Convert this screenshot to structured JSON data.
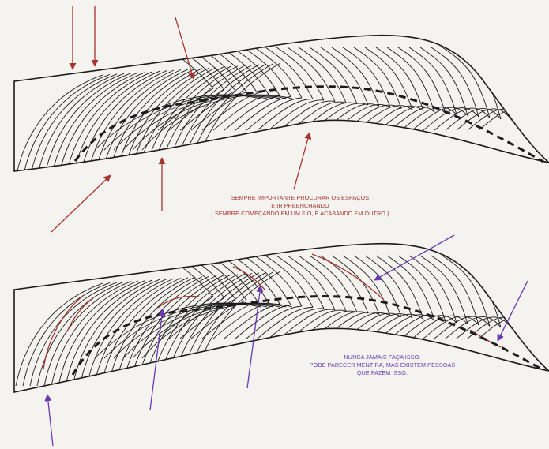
{
  "top_note": {
    "line1": "SEMPRE IMPORTANTE PROCURAR OS ESPAÇOS",
    "line2": "E IR PREENCHANDO",
    "line3": "( SEMPRE COMEÇANDO EM UM FIO, E ACABANDO EM OUTRO )"
  },
  "bottom_note": {
    "line1": "NUNCA JAMAIS FAÇA ISSO.",
    "line2": "PODE PARECER MENTIRA, MAS EXISTEM PESSOAS",
    "line3": "QUE FAZEM ISSO."
  },
  "colors": {
    "paper": "#f4f3ef",
    "ink": "#1b1b1b",
    "red_annotation": "#a8332e",
    "purple_annotation": "#6a39b4"
  }
}
